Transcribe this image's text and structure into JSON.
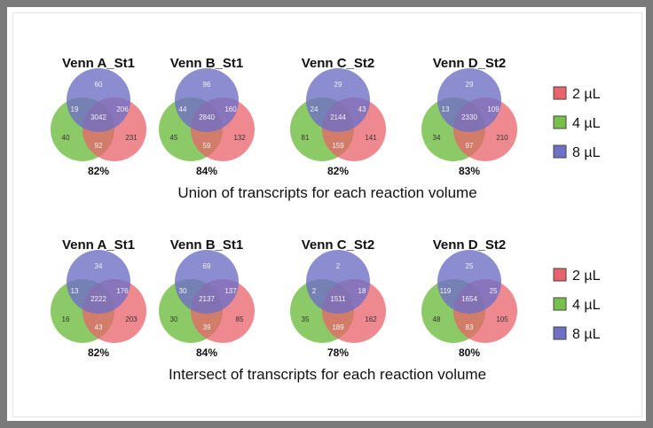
{
  "colors": {
    "red": "#e8636a",
    "green": "#78bf4c",
    "blue": "#6f6fc6"
  },
  "legend": [
    {
      "label": "2 µL",
      "color": "#e8636a"
    },
    {
      "label": "4 µL",
      "color": "#78bf4c"
    },
    {
      "label": "8 µL",
      "color": "#6f6fc6"
    }
  ],
  "panels": [
    {
      "heading": "Union of transcripts for each reaction volume",
      "venns": [
        {
          "title": "Venn A_St1",
          "only8": "60",
          "v4_8": "19",
          "v2_8": "206",
          "all": "3042",
          "only4": "40",
          "only2": "231",
          "v2_4": "92",
          "percent": "82%"
        },
        {
          "title": "Venn B_St1",
          "only8": "96",
          "v4_8": "44",
          "v2_8": "160",
          "all": "2840",
          "only4": "45",
          "only2": "132",
          "v2_4": "59",
          "percent": "84%"
        },
        {
          "title": "Venn C_St2",
          "only8": "29",
          "v4_8": "24",
          "v2_8": "43",
          "all": "2144",
          "only4": "81",
          "only2": "141",
          "v2_4": "159",
          "percent": "82%"
        },
        {
          "title": "Venn D_St2",
          "only8": "29",
          "v4_8": "13",
          "v2_8": "109",
          "all": "2330",
          "only4": "34",
          "only2": "210",
          "v2_4": "97",
          "percent": "83%"
        }
      ]
    },
    {
      "heading": "Intersect of transcripts for each reaction volume",
      "venns": [
        {
          "title": "Venn A_St1",
          "only8": "34",
          "v4_8": "13",
          "v2_8": "176",
          "all": "2222",
          "only4": "16",
          "only2": "203",
          "v2_4": "43",
          "percent": "82%"
        },
        {
          "title": "Venn B_St1",
          "only8": "69",
          "v4_8": "30",
          "v2_8": "137",
          "all": "2137",
          "only4": "30",
          "only2": "85",
          "v2_4": "39",
          "percent": "84%"
        },
        {
          "title": "Venn C_St2",
          "only8": "2",
          "v4_8": "2",
          "v2_8": "18",
          "all": "1511",
          "only4": "35",
          "only2": "162",
          "v2_4": "189",
          "percent": "78%"
        },
        {
          "title": "Venn D_St2",
          "only8": "25",
          "v4_8": "119",
          "v2_8": "25",
          "all": "1654",
          "only4": "48",
          "only2": "105",
          "v2_4": "83",
          "percent": "80%"
        }
      ]
    }
  ]
}
